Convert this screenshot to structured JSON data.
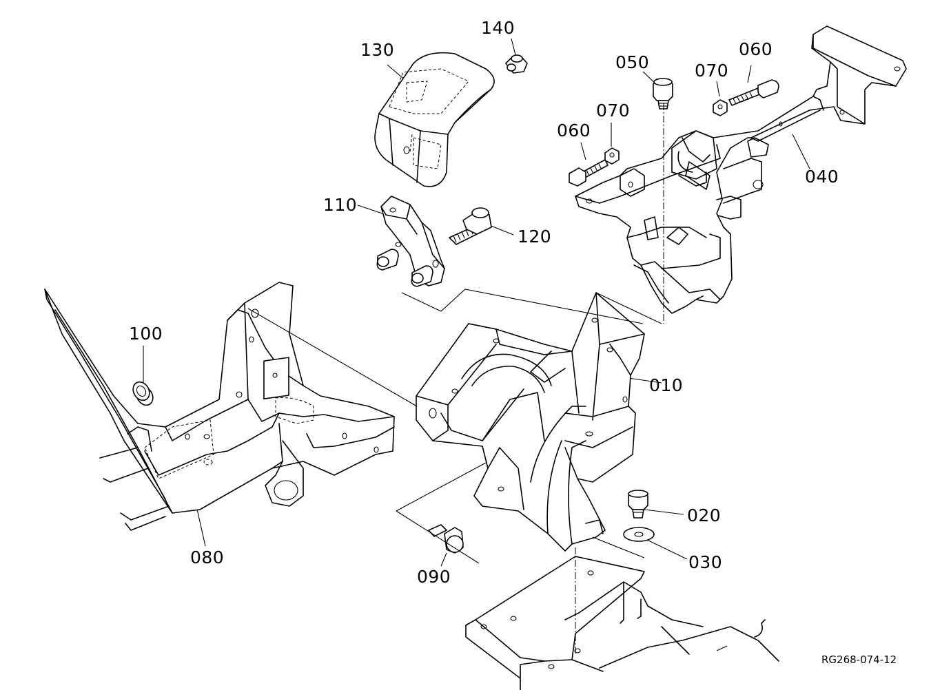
{
  "diagram": {
    "figure_ref": "RG268-074-12",
    "callouts": [
      {
        "id": "010",
        "label": "010"
      },
      {
        "id": "020",
        "label": "020"
      },
      {
        "id": "030",
        "label": "030"
      },
      {
        "id": "040",
        "label": "040"
      },
      {
        "id": "050",
        "label": "050"
      },
      {
        "id": "060a",
        "label": "060"
      },
      {
        "id": "060b",
        "label": "060"
      },
      {
        "id": "070a",
        "label": "070"
      },
      {
        "id": "070b",
        "label": "070"
      },
      {
        "id": "080",
        "label": "080"
      },
      {
        "id": "090",
        "label": "090"
      },
      {
        "id": "100",
        "label": "100"
      },
      {
        "id": "110",
        "label": "110"
      },
      {
        "id": "120",
        "label": "120"
      },
      {
        "id": "130",
        "label": "130"
      },
      {
        "id": "140",
        "label": "140"
      }
    ]
  }
}
